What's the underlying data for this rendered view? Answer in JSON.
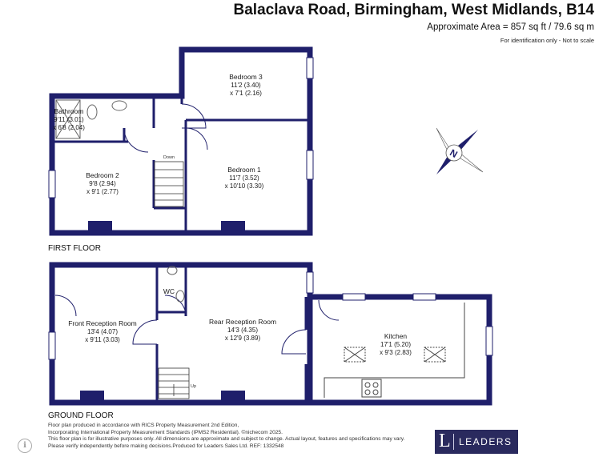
{
  "header": {
    "title": "Balaclava Road, Birmingham, West Midlands, B14",
    "area": "Approximate Area = 857 sq ft / 79.6 sq m",
    "note": "For identification only - Not to scale"
  },
  "compass": {
    "label": "N"
  },
  "floors": {
    "first": "FIRST FLOOR",
    "ground": "GROUND FLOOR"
  },
  "rooms": {
    "bathroom": {
      "name": "Bathroom",
      "dim1": "9'11 (3.01)",
      "dim2": "x 6'8 (2.04)"
    },
    "bedroom3": {
      "name": "Bedroom 3",
      "dim1": "11'2 (3.40)",
      "dim2": "x 7'1 (2.16)"
    },
    "bedroom2": {
      "name": "Bedroom 2",
      "dim1": "9'8 (2.94)",
      "dim2": "x 9'1 (2.77)"
    },
    "bedroom1": {
      "name": "Bedroom 1",
      "dim1": "11'7 (3.52)",
      "dim2": "x 10'10 (3.30)"
    },
    "front_reception": {
      "name": "Front Reception Room",
      "dim1": "13'4 (4.07)",
      "dim2": "x 9'11 (3.03)"
    },
    "rear_reception": {
      "name": "Rear Reception Room",
      "dim1": "14'3 (4.35)",
      "dim2": "x 12'9 (3.89)"
    },
    "kitchen": {
      "name": "Kitchen",
      "dim1": "17'1 (5.20)",
      "dim2": "x 9'3 (2.83)"
    },
    "wc": {
      "name": "WC"
    }
  },
  "stairs": {
    "down": "Down",
    "up": "Up"
  },
  "footer": {
    "line1": "Floor plan produced in accordance with RICS Property Measurement 2nd Edition,",
    "line2": "Incorporating International Property Measurement Standards (IPMS2 Residential).  ©nichecom 2025.",
    "line3": "This floor plan is for illustrative purposes only. All dimensions are approximate and subject to change. Actual layout, features and specifications may vary.",
    "line4": "Please verify independently before making decisions.Produced for Leaders Sales Ltd.   REF:  1332548"
  },
  "logo": {
    "letter": "L",
    "text": "LEADERS"
  },
  "colors": {
    "wall": "#1f1f6b",
    "logo_bg": "#2a2a5e"
  }
}
